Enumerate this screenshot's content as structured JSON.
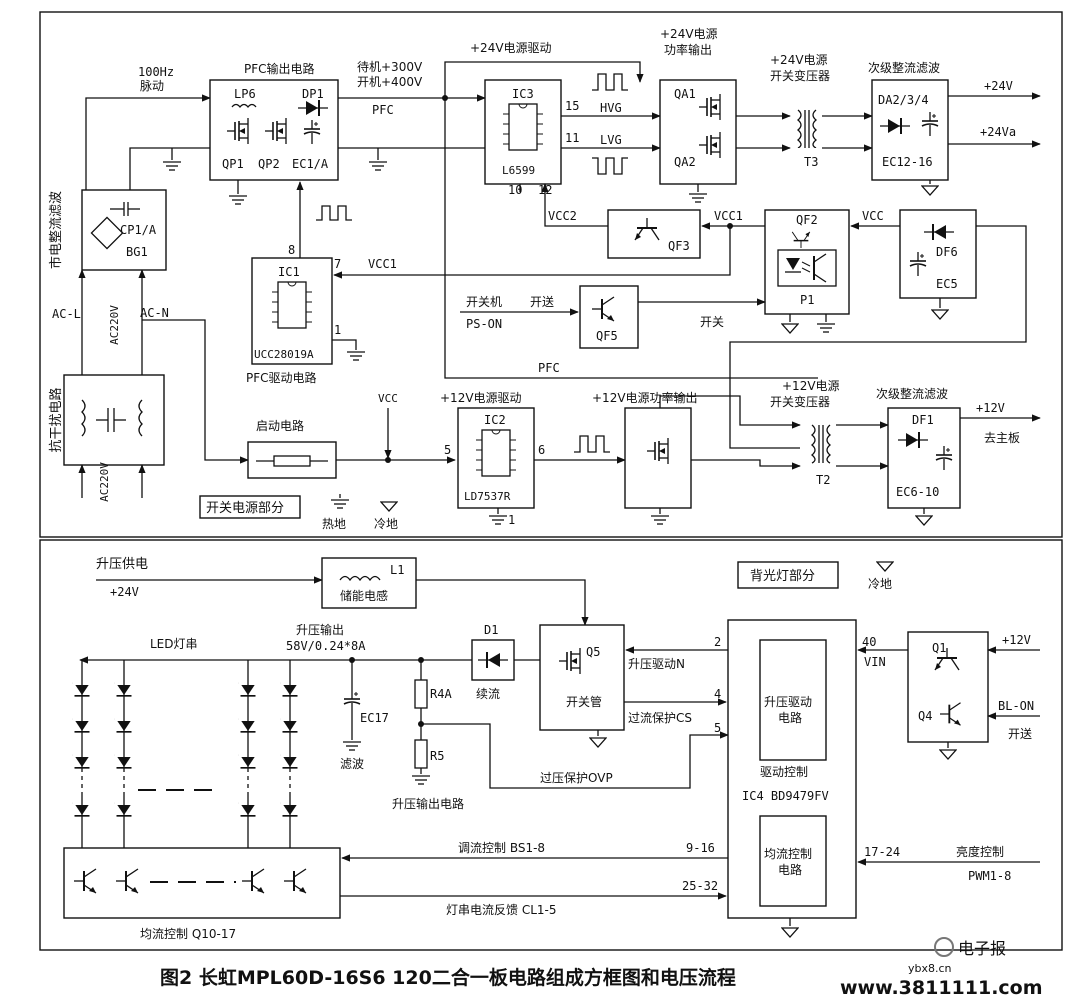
{
  "sections": {
    "power": "开关电源部分",
    "backlight": "背光灯部分"
  },
  "caption": "图2 长虹MPL60D-16S6 120二合一板电路组成方框图和电压流程",
  "watermark": {
    "brand": "电子报",
    "site1": "ybx8.cn",
    "site2": "www.3811111.com"
  },
  "grounds": {
    "hot": "热地",
    "cold": "冷地",
    "cold2": "冷地"
  },
  "blocks": {
    "emi": {
      "label": "抗干扰电路",
      "ac_in": "AC220V"
    },
    "rect": {
      "side": "市电整流滤波",
      "cap": "CP1/A",
      "bridge": "BG1"
    },
    "pfc": {
      "title": "PFC输出电路",
      "lp": "LP6",
      "dp": "DP1",
      "qp1": "QP1",
      "qp2": "QP2",
      "ec": "EC1/A"
    },
    "ic1": {
      "name": "IC1",
      "part": "UCC28019A",
      "pin8": "8",
      "pin7": "7",
      "pin1": "1",
      "caption": "PFC驱动电路"
    },
    "ic3": {
      "name": "IC3",
      "part": "L6599",
      "p15": "15",
      "p11": "11",
      "p10": "10",
      "p12": "12"
    },
    "qa": {
      "title1": "+24V电源",
      "title2": "功率输出",
      "q1": "QA1",
      "q2": "QA2"
    },
    "t3": {
      "title1": "+24V电源",
      "title2": "开关变压器",
      "name": "T3"
    },
    "da": {
      "title": "次级整流滤波",
      "d": "DA2/3/4",
      "ec": "EC12-16"
    },
    "qf3": {
      "name": "QF3"
    },
    "qf2": {
      "name": "QF2",
      "p": "P1"
    },
    "df6": {
      "d": "DF6",
      "ec": "EC5"
    },
    "qf5": {
      "name": "QF5"
    },
    "start": {
      "label": "启动电路"
    },
    "ic2": {
      "title": "+12V电源驱动",
      "name": "IC2",
      "part": "LD7537R",
      "p5": "5",
      "p6": "6",
      "p1": "1"
    },
    "q12": {
      "title": "+12V电源功率输出"
    },
    "t2": {
      "title1": "+12V电源",
      "title2": "开关变压器",
      "name": "T2"
    },
    "df1": {
      "title": "次级整流滤波",
      "d": "DF1",
      "ec": "EC6-10"
    },
    "l1": {
      "name": "L1",
      "label": "储能电感"
    },
    "d1": {
      "name": "D1",
      "label": "续流"
    },
    "q5": {
      "name": "Q5",
      "label": "开关管"
    },
    "ic4": {
      "block1": "升压驱动电路",
      "block1a": "升压驱动",
      "block1b": "电路",
      "ctrl": "驱动控制",
      "part": "IC4  BD9479FV",
      "block2a": "均流控制",
      "block2b": "电路",
      "p2": "2",
      "p4": "4",
      "p5": "5",
      "p40": "40",
      "p916": "9-16",
      "p2532": "25-32",
      "p1724": "17-24"
    },
    "q14": {
      "q1": "Q1",
      "q4": "Q4"
    },
    "ec17": {
      "name": "EC17",
      "label": "滤波"
    },
    "r4a": {
      "name": "R4A"
    },
    "r5": {
      "name": "R5"
    },
    "balance": {
      "label": "均流控制 Q10-17"
    }
  },
  "signals": {
    "hz1": "100Hz",
    "hz2": "脉动",
    "acl": "AC-L",
    "acn": "AC-N",
    "ac220": "AC220V",
    "standby": "待机+300V",
    "on": "开机+400V",
    "pfc": "PFC",
    "pfc2": "PFC",
    "drive24": "+24V电源驱动",
    "hvg": "HVG",
    "lvg": "LVG",
    "vcc1": "VCC1",
    "vcc1b": "VCC1",
    "vcc2": "VCC2",
    "vcc": "VCC",
    "vcc_b": "VCC",
    "onoff": "开关机",
    "ps_on": "PS-ON",
    "send": "开送",
    "send2": "开关",
    "out24": "+24V",
    "out24a": "+24Va",
    "out12": "+12V",
    "mainboard": "去主板",
    "boost_supply": "升压供电",
    "boost_v": "+24V",
    "led": "LED灯串",
    "boost_out": "升压输出",
    "boost_val": "58V/0.24*8A",
    "boost_circuit": "升压输出电路",
    "boost_n": "升压驱动N",
    "ocp": "过流保护CS",
    "ovp": "过压保护OVP",
    "vin": "VIN",
    "v12": "+12V",
    "blon": "BL-ON",
    "blon2": "开送",
    "bs": "调流控制 BS1-8",
    "cl": "灯串电流反馈 CL1-5",
    "bright": "亮度控制",
    "pwm": "PWM1-8"
  }
}
